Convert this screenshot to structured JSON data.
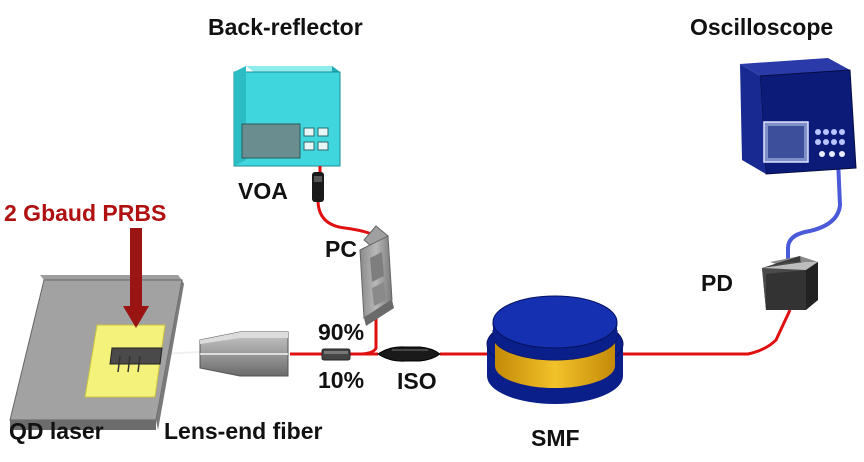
{
  "labels": {
    "back_reflector": "Back-reflector",
    "oscilloscope": "Oscilloscope",
    "prbs": "2 Gbaud PRBS",
    "voa": "VOA",
    "pc": "PC",
    "pd": "PD",
    "ratio_90": "90%",
    "ratio_10": "10%",
    "iso": "ISO",
    "qd_laser": "QD laser",
    "lens_fiber": "Lens-end fiber",
    "smf": "SMF"
  },
  "colors": {
    "fiber": "#e01010",
    "signal_fiber": "#4a5ad8",
    "arrow": "#9a1414",
    "laser_chip": "#f4f27a",
    "voa_body": "#40d6de",
    "scope_body": "#0c1a78",
    "smf_top": "#0b1f8a",
    "smf_side": "#e2ae14"
  }
}
